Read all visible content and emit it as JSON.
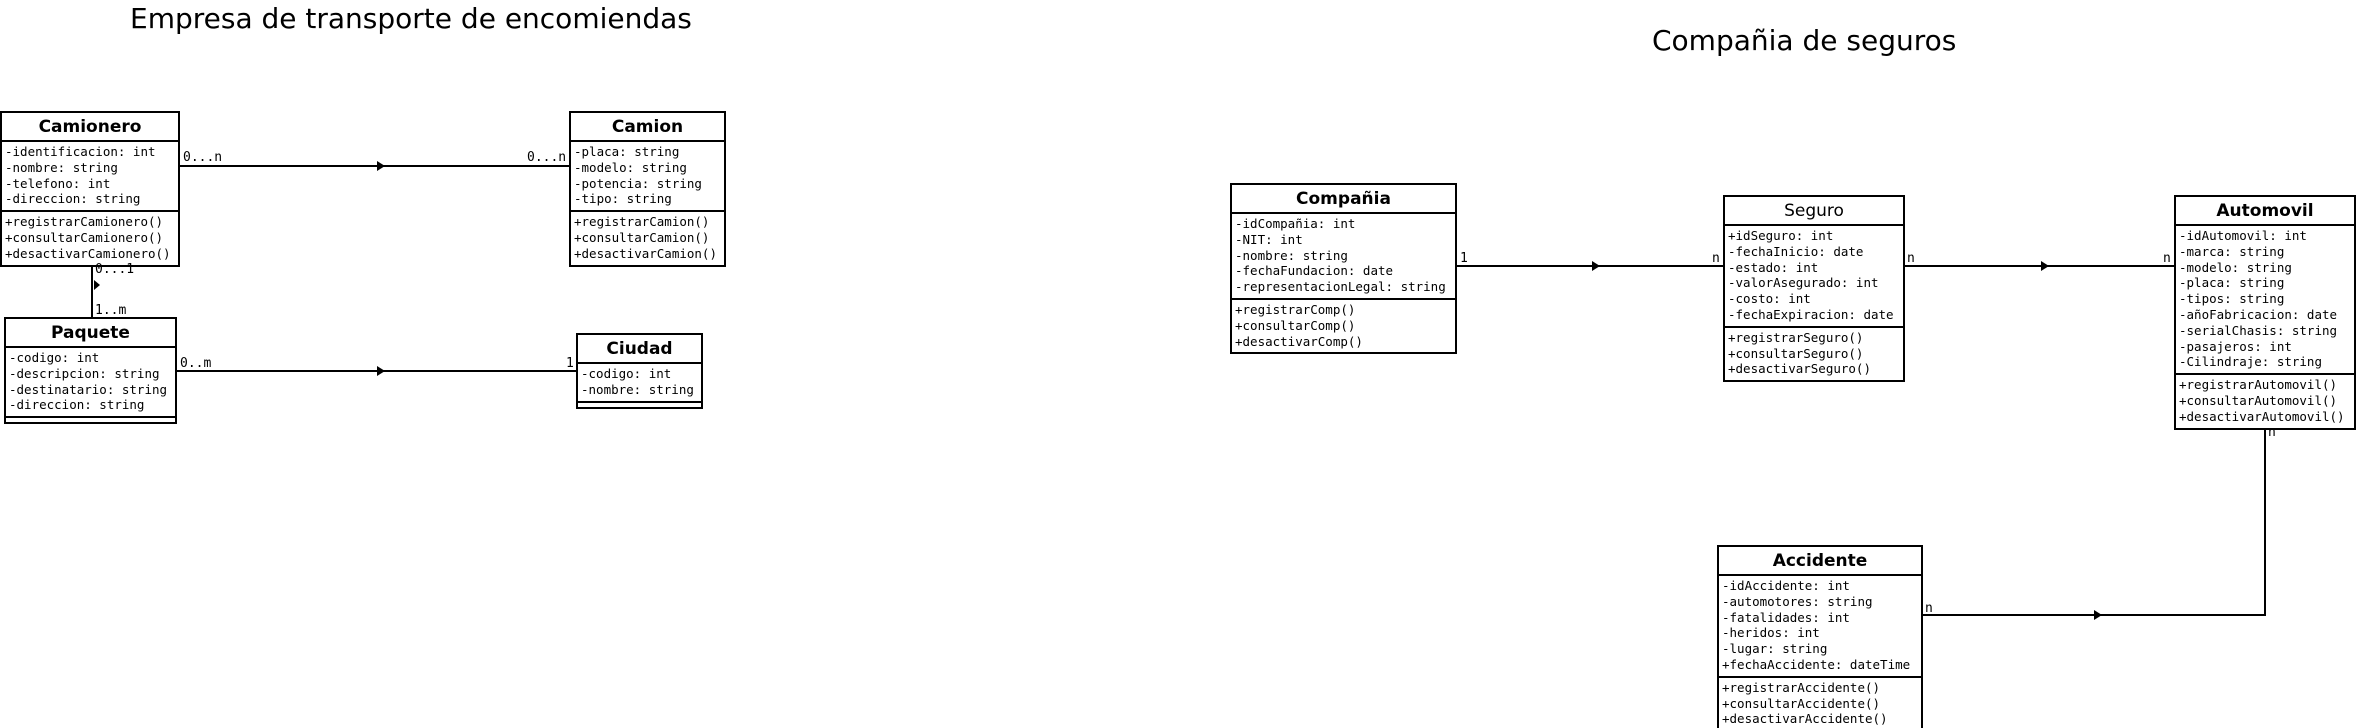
{
  "titles": {
    "left": "Empresa de transporte de encomiendas",
    "right": "Compañia de seguros"
  },
  "classes": {
    "camionero": {
      "name": "Camionero",
      "attributes": [
        "-identificacion: int",
        "-nombre: string",
        "-telefono: int",
        "-direccion: string"
      ],
      "methods": [
        "+registrarCamionero()",
        "+consultarCamionero()",
        "+desactivarCamionero()"
      ]
    },
    "camion": {
      "name": "Camion",
      "attributes": [
        "-placa: string",
        "-modelo: string",
        "-potencia: string",
        "-tipo: string"
      ],
      "methods": [
        "+registrarCamion()",
        "+consultarCamion()",
        "+desactivarCamion()"
      ]
    },
    "paquete": {
      "name": "Paquete",
      "attributes": [
        "-codigo: int",
        "-descripcion: string",
        "-destinatario: string",
        "-direccion: string"
      ],
      "methods": []
    },
    "ciudad": {
      "name": "Ciudad",
      "attributes": [
        "-codigo: int",
        "-nombre: string"
      ],
      "methods": []
    },
    "compania": {
      "name": "Compañia",
      "attributes": [
        "-idCompañia: int",
        "-NIT: int",
        "-nombre: string",
        "-fechaFundacion: date",
        "-representacionLegal: string"
      ],
      "methods": [
        "+registrarComp()",
        "+consultarComp()",
        "+desactivarComp()"
      ]
    },
    "seguro": {
      "name": "Seguro",
      "attributes": [
        "+idSeguro: int",
        "-fechaInicio: date",
        "-estado: int",
        "-valorAsegurado: int",
        "-costo: int",
        "-fechaExpiracion: date"
      ],
      "methods": [
        "+registrarSeguro()",
        "+consultarSeguro()",
        "+desactivarSeguro()"
      ]
    },
    "automovil": {
      "name": "Automovil",
      "attributes": [
        "-idAutomovil: int",
        "-marca: string",
        "-modelo: string",
        "-placa: string",
        "-tipos: string",
        "-añoFabricacion: date",
        "-serialChasis: string",
        "-pasajeros: int",
        "-Cilindraje: string"
      ],
      "methods": [
        "+registrarAutomovil()",
        "+consultarAutomovil()",
        "+desactivarAutomovil()"
      ]
    },
    "accidente": {
      "name": "Accidente",
      "attributes": [
        "-idAccidente: int",
        "-automotores: string",
        "-fatalidades: int",
        "-heridos: int",
        "-lugar: string",
        "+fechaAccidente: dateTime"
      ],
      "methods": [
        "+registrarAccidente()",
        "+consultarAccidente()",
        "+desactivarAccidente()"
      ]
    }
  },
  "multiplicities": {
    "camionero_camion_a": "0...n",
    "camionero_camion_b": "0...n",
    "camionero_paquete_a": "0...1",
    "camionero_paquete_b": "1..m",
    "paquete_ciudad_a": "0..m",
    "paquete_ciudad_b": "1",
    "compania_seguro_a": "1",
    "compania_seguro_b": "n",
    "seguro_automovil_a": "n",
    "seguro_automovil_b": "n",
    "automovil_accidente_a": "n",
    "automovil_accidente_b": "n"
  }
}
